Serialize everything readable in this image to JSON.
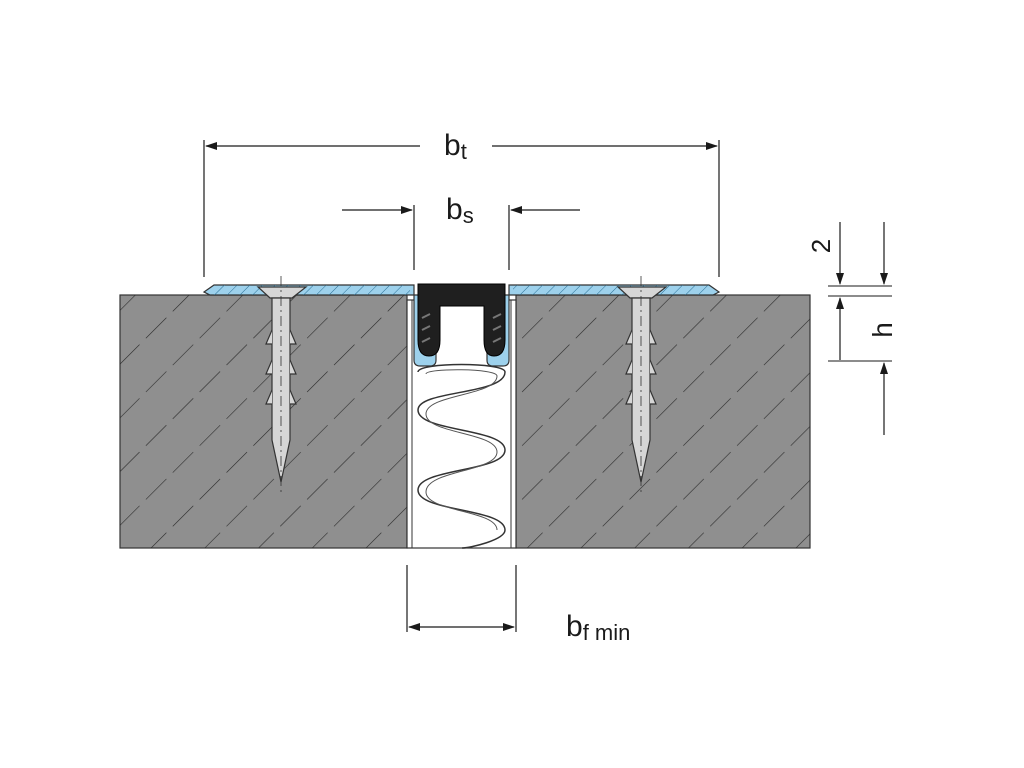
{
  "labels": {
    "total_width": "b",
    "total_width_sub": "t",
    "slot_width": "b",
    "slot_width_sub": "s",
    "joint_width": "b",
    "joint_width_sub": "f min",
    "thickness": "2",
    "height": "h"
  },
  "colors": {
    "concrete": "#8f8f8f",
    "profile": "#9dd1ec",
    "insert": "#1f1f1f",
    "anchor": "#d6d6d6",
    "line": "#1a1a1a"
  }
}
